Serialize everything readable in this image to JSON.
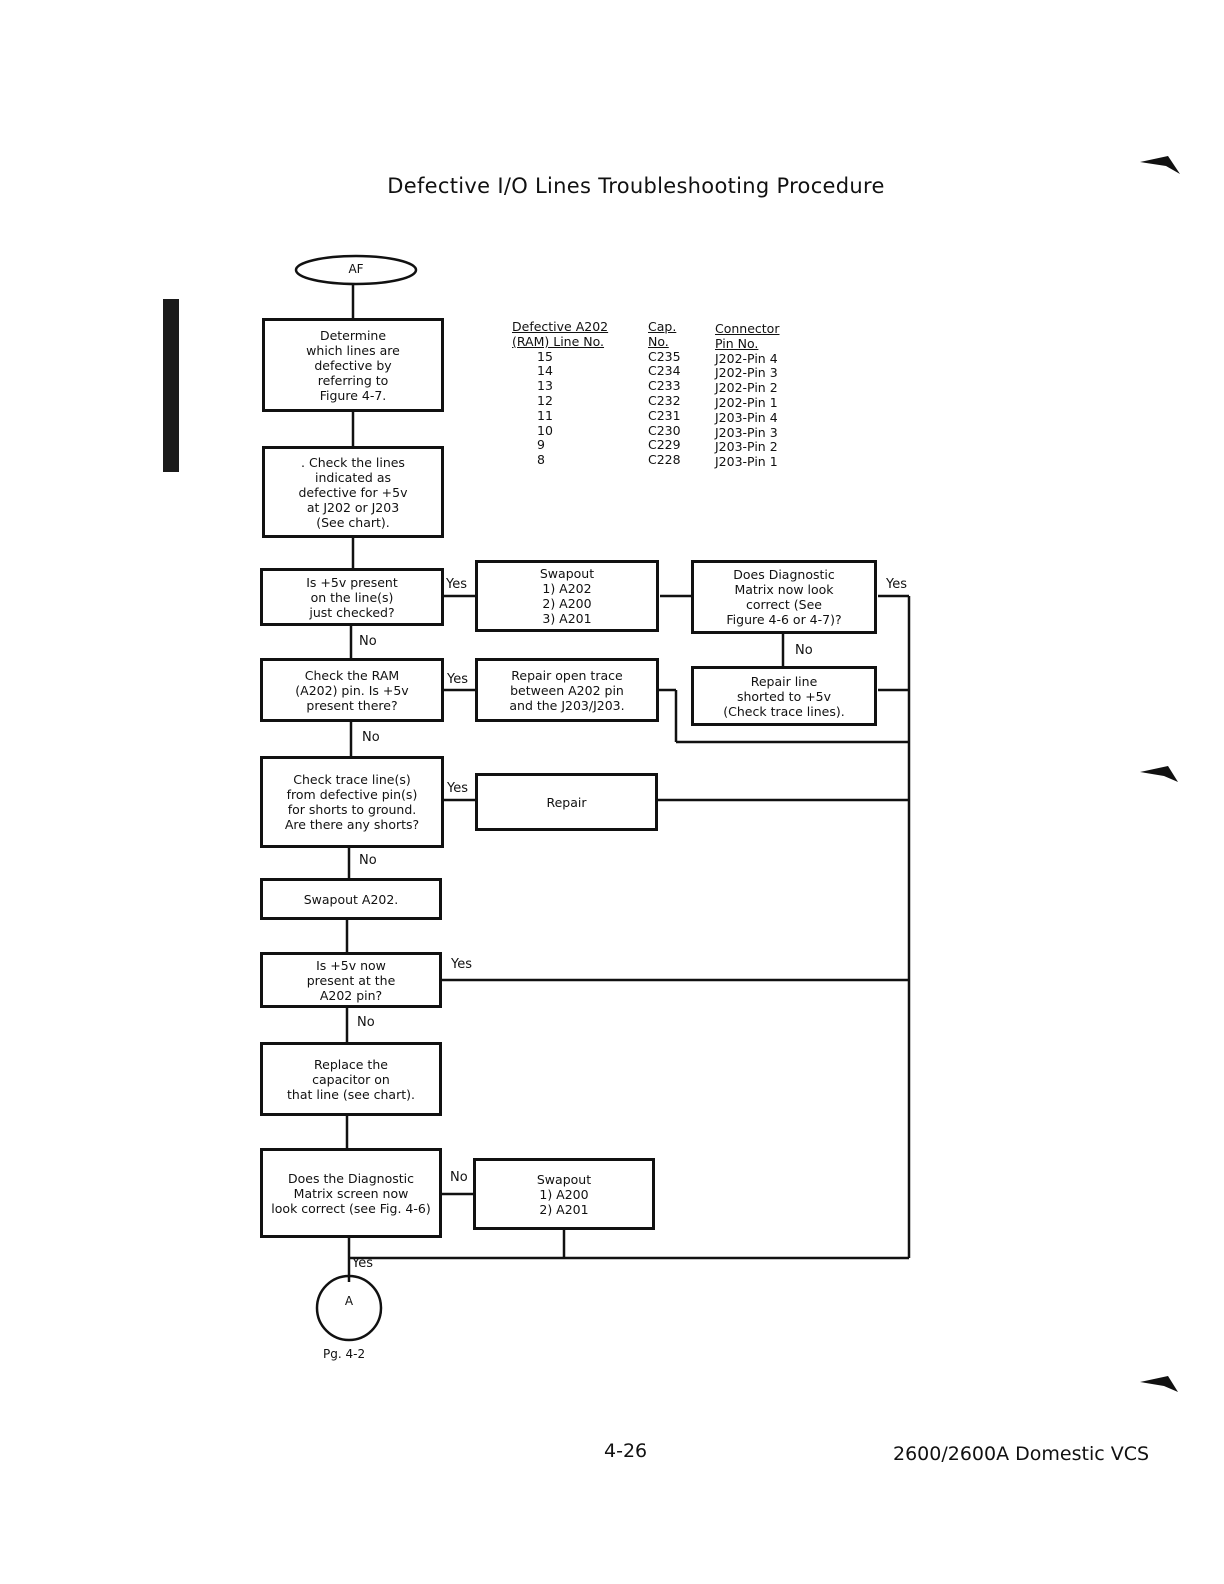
{
  "page_title": "Defective I/O Lines Troubleshooting Procedure",
  "start_terminal": "AF",
  "end_connector": "A",
  "end_connector_ref": "Pg. 4-2",
  "boxes": {
    "determine": "Determine\nwhich lines are\ndefective by\nreferring to\nFigure 4-7.",
    "check_lines": ". Check the lines\nindicated as\ndefective for +5v\nat J202 or J203\n(See chart).",
    "is_5v_present": "Is +5v present\non the line(s)\njust checked?",
    "swapout_1": "Swapout\n1) A202\n2) A200\n3) A201",
    "does_diag_matrix": "Does Diagnostic\nMatrix now look\ncorrect (See\nFigure 4-6 or 4-7)?",
    "check_ram": "Check the RAM\n(A202) pin. Is +5v\npresent there?",
    "repair_open_trace": "Repair open trace\nbetween A202 pin\nand the J203/J203.",
    "repair_line_shorted": "Repair line\nshorted to +5v\n(Check trace lines).",
    "check_trace": "Check trace line(s)\nfrom defective pin(s)\nfor shorts to ground.\nAre there any shorts?",
    "repair": "Repair",
    "swapout_a202": "Swapout A202.",
    "is_5v_now": "Is +5v now\npresent at the\nA202 pin?",
    "replace_capacitor": "Replace the\ncapacitor on\nthat line (see chart).",
    "does_diag_screen": "Does the Diagnostic\nMatrix screen now\nlook correct (see Fig. 4-6)",
    "swapout_2": "Swapout\n1) A200\n2) A201"
  },
  "branch_labels": {
    "yes_1": "Yes",
    "no_1": "No",
    "yes_diag": "Yes",
    "no_diag": "No",
    "yes_2": "Yes",
    "no_2": "No",
    "yes_3": "Yes",
    "no_3": "No",
    "yes_4": "Yes",
    "no_4": "No",
    "no_5": "No",
    "yes_5": "Yes"
  },
  "reference_table": {
    "headers": {
      "line": "Defective A202\n(RAM) Line No.",
      "cap": "Cap.\nNo.",
      "pin": "Connector\nPin No."
    },
    "rows": [
      {
        "line": "15",
        "cap": "C235",
        "pin": "J202-Pin 4"
      },
      {
        "line": "14",
        "cap": "C234",
        "pin": "J202-Pin 3"
      },
      {
        "line": "13",
        "cap": "C233",
        "pin": "J202-Pin 2"
      },
      {
        "line": "12",
        "cap": "C232",
        "pin": "J202-Pin 1"
      },
      {
        "line": "11",
        "cap": "C231",
        "pin": "J203-Pin 4"
      },
      {
        "line": "10",
        "cap": "C230",
        "pin": "J203-Pin 3"
      },
      {
        "line": "9",
        "cap": "C229",
        "pin": "J203-Pin 2"
      },
      {
        "line": "8",
        "cap": "C228",
        "pin": "J203-Pin 1"
      }
    ]
  },
  "footer": {
    "page_number": "4-26",
    "document": "2600/2600A Domestic VCS"
  }
}
